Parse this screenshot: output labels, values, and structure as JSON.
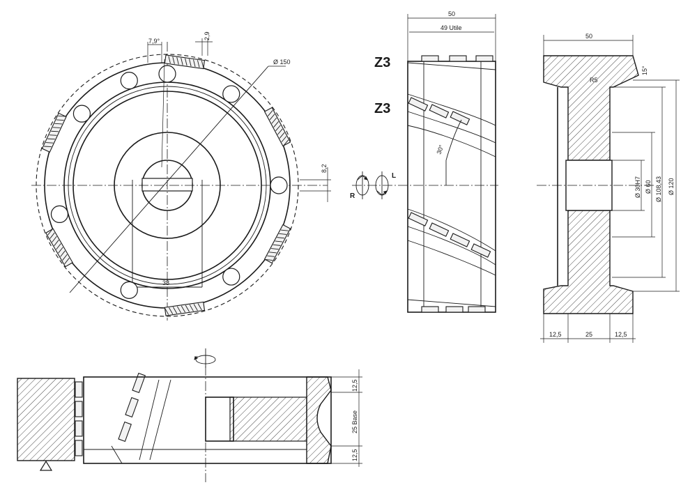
{
  "front_view": {
    "label_angle": "7,9°",
    "label_offset": "2,9",
    "label_outer_dia": "Ø 150",
    "label_keyway": "8,2",
    "label_width": "38"
  },
  "side_view": {
    "label_total_width": "50",
    "label_useful_width": "49 Utile",
    "label_teeth_top": "Z3",
    "label_teeth_mid": "Z3",
    "label_angle": "30°",
    "label_rot_left": "R",
    "label_rot_right": "L"
  },
  "section_view": {
    "label_width": "50",
    "label_chamfer": "15°",
    "label_dia_bore": "Ø 30H7",
    "label_dia_60": "Ø 60",
    "label_dia_108": "Ø 108,43",
    "label_dia_120": "Ø 120",
    "label_left": "12,5",
    "label_mid": "25",
    "label_right": "12,5",
    "label_r": "R5"
  },
  "bottom_view": {
    "label_top": "12,5",
    "label_mid": "25 Base",
    "label_bot": "12,5"
  },
  "icons": [
    "rotation-icon",
    "reference-triangle-icon"
  ]
}
